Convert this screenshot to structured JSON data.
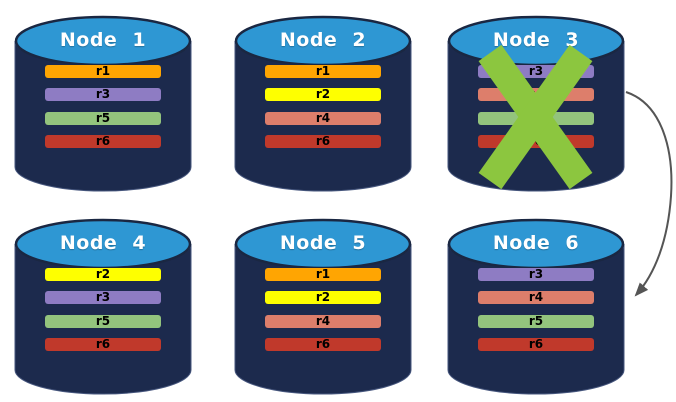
{
  "background": "#ffffff",
  "node_style": {
    "body_color": "#1c2a4d",
    "top_color": "#2e97d3"
  },
  "replica_colors": {
    "r1": "#ffa502",
    "r2": "#feff00",
    "r3": "#8e7cc3",
    "r4": "#dd7e6b",
    "r5": "#93c47d",
    "r6": "#c0392b"
  },
  "failure": {
    "failed_node": "Node 3",
    "x_color": "#8cc63f"
  },
  "arrow": {
    "color": "#555555",
    "from": "Node 3",
    "to": "Node 6"
  },
  "nodes": [
    {
      "label": "Node 1",
      "replicas": [
        "r1",
        "r3",
        "r5",
        "r6"
      ],
      "failed": false
    },
    {
      "label": "Node 2",
      "replicas": [
        "r1",
        "r2",
        "r4",
        "r6"
      ],
      "failed": false
    },
    {
      "label": "Node 3",
      "replicas": [
        "r3",
        "r4",
        "r5",
        "r6"
      ],
      "failed": true
    },
    {
      "label": "Node 4",
      "replicas": [
        "r2",
        "r3",
        "r5",
        "r6"
      ],
      "failed": false
    },
    {
      "label": "Node 5",
      "replicas": [
        "r1",
        "r2",
        "r4",
        "r6"
      ],
      "failed": false
    },
    {
      "label": "Node 6",
      "replicas": [
        "r3",
        "r4",
        "r5",
        "r6"
      ],
      "failed": false
    }
  ]
}
